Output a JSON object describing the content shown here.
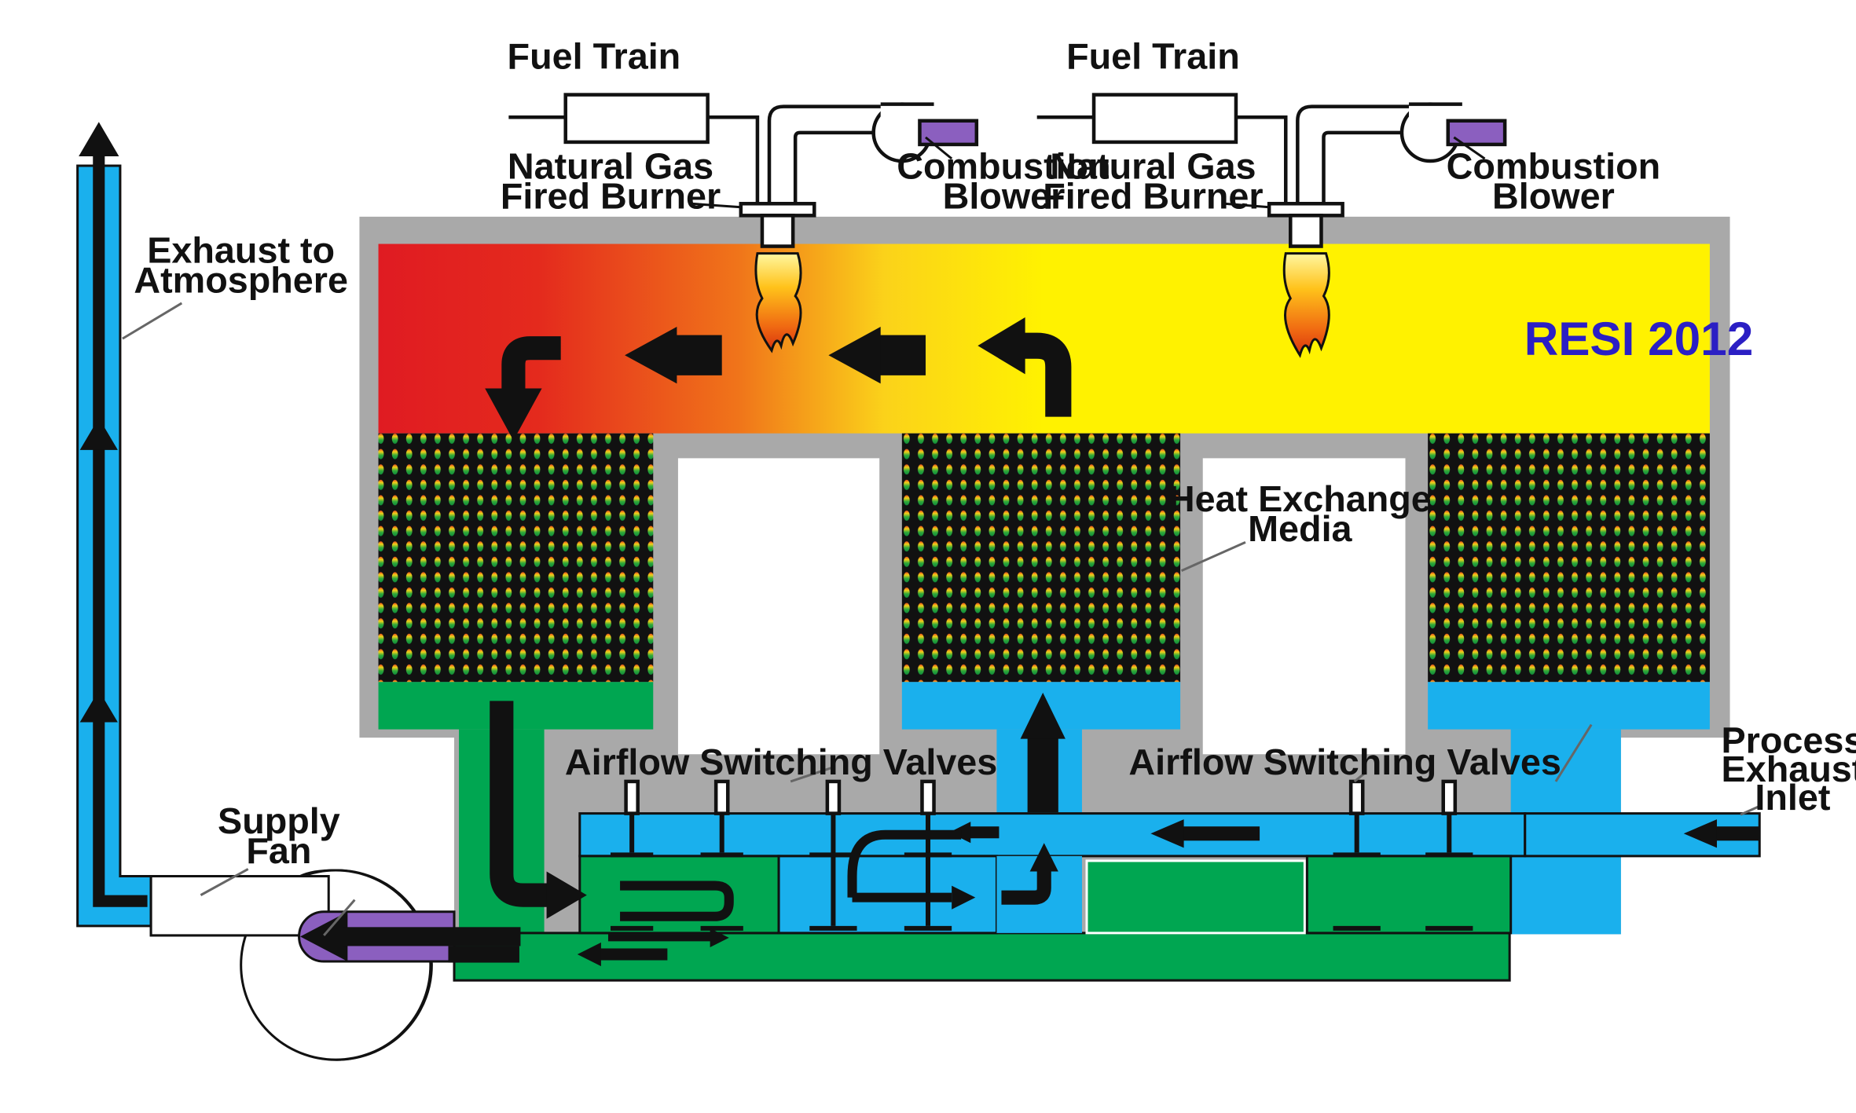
{
  "labels": {
    "fuel_train_left": "Fuel Train",
    "fuel_train_right": "Fuel Train",
    "burner_left": [
      "Natural Gas",
      "Fired Burner"
    ],
    "burner_right": [
      "Natural Gas",
      "Fired Burner"
    ],
    "blower_left": [
      "Combustion",
      "Blower"
    ],
    "blower_right": [
      "Combustion",
      "Blower"
    ],
    "exhaust": [
      "Exhaust to",
      "Atmosphere"
    ],
    "supply_fan": [
      "Supply",
      "Fan"
    ],
    "heat_media": [
      "Heat Exchange",
      "Media"
    ],
    "valves_left": "Airflow Switching Valves",
    "valves_right": "Airflow Switching Valves",
    "process_inlet": [
      "Process",
      "Exhaust",
      "Inlet"
    ],
    "brand": "RESI 2012"
  },
  "colors": {
    "chamber_hot": "#e01b22",
    "chamber_warm": "#f7e21a",
    "chamber_bright": "#fff200",
    "housing": "#a9a9a9",
    "clean_air": "#00a651",
    "dirty_air": "#1ab0ed",
    "blower_outlet": "#8b5fbf",
    "arrow": "#111111",
    "brand_text": "#2b1fc4"
  }
}
